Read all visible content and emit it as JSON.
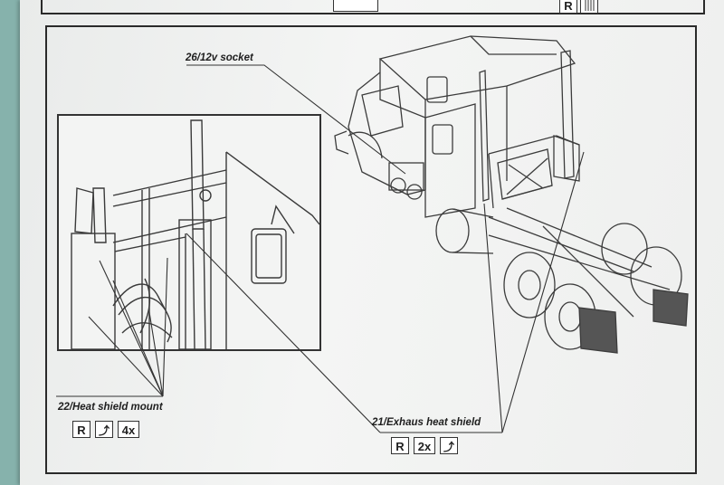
{
  "callouts": {
    "socket": "26/12v socket",
    "heat_shield_mount": "22/Heat shield mount",
    "exhaust_heat_shield": "21/Exhaus heat shield"
  },
  "symbols": {
    "remove": "R",
    "rotate_icon": "rotate-arrow-icon",
    "qty_mount": "4x",
    "qty_exhaust": "2x"
  },
  "header_fragment": {
    "remove": "R"
  },
  "colors": {
    "background": "#86b2ac",
    "paper": "#eef0ef",
    "ink": "#2a2a2a"
  }
}
